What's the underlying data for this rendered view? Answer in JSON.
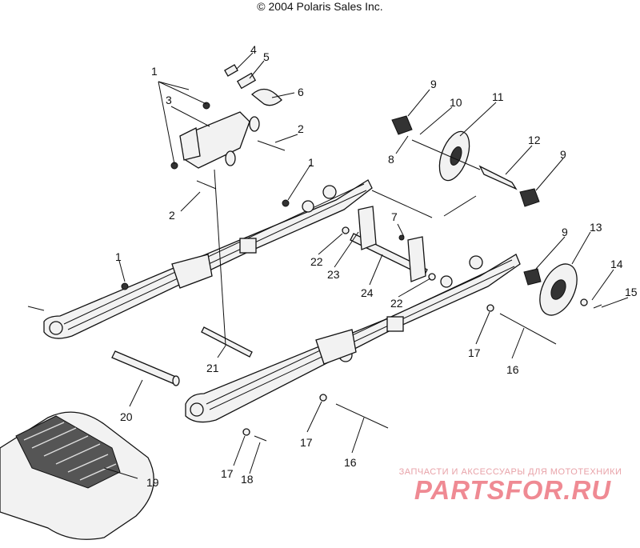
{
  "copyright": "© 2004 Polaris Sales Inc.",
  "watermark": {
    "subtitle": "ЗАПЧАСТИ И АКСЕССУАРЫ ДЛЯ МОТОТЕХНИКИ",
    "brand": "PARTSFOR.RU"
  },
  "callouts": [
    {
      "id": "c1a",
      "text": "1"
    },
    {
      "id": "c1b",
      "text": "1"
    },
    {
      "id": "c1c",
      "text": "1"
    },
    {
      "id": "c2a",
      "text": "2"
    },
    {
      "id": "c2b",
      "text": "2"
    },
    {
      "id": "c3",
      "text": "3"
    },
    {
      "id": "c4",
      "text": "4"
    },
    {
      "id": "c5",
      "text": "5"
    },
    {
      "id": "c6",
      "text": "6"
    },
    {
      "id": "c7",
      "text": "7"
    },
    {
      "id": "c8",
      "text": "8"
    },
    {
      "id": "c9a",
      "text": "9"
    },
    {
      "id": "c9b",
      "text": "9"
    },
    {
      "id": "c9c",
      "text": "9"
    },
    {
      "id": "c10",
      "text": "10"
    },
    {
      "id": "c11",
      "text": "11"
    },
    {
      "id": "c12",
      "text": "12"
    },
    {
      "id": "c13",
      "text": "13"
    },
    {
      "id": "c14",
      "text": "14"
    },
    {
      "id": "c15",
      "text": "15"
    },
    {
      "id": "c16a",
      "text": "16"
    },
    {
      "id": "c16b",
      "text": "16"
    },
    {
      "id": "c17a",
      "text": "17"
    },
    {
      "id": "c17b",
      "text": "17"
    },
    {
      "id": "c17c",
      "text": "17"
    },
    {
      "id": "c18",
      "text": "18"
    },
    {
      "id": "c19",
      "text": "19"
    },
    {
      "id": "c20",
      "text": "20"
    },
    {
      "id": "c21",
      "text": "21"
    },
    {
      "id": "c22a",
      "text": "22"
    },
    {
      "id": "c22b",
      "text": "22"
    },
    {
      "id": "c23",
      "text": "23"
    },
    {
      "id": "c24",
      "text": "24"
    }
  ]
}
